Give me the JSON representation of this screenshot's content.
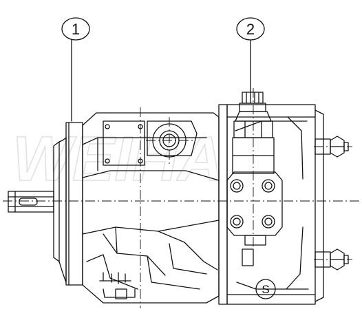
{
  "drawing": {
    "callouts": [
      {
        "label": "1",
        "refers_to": "pump-housing"
      },
      {
        "label": "2",
        "refers_to": "pressure-controller"
      }
    ],
    "port_marking": "S",
    "watermark": "WEIHA",
    "line_color": "#111111",
    "background_color": "#ffffff",
    "watermark_color": "#e2e2e2"
  }
}
